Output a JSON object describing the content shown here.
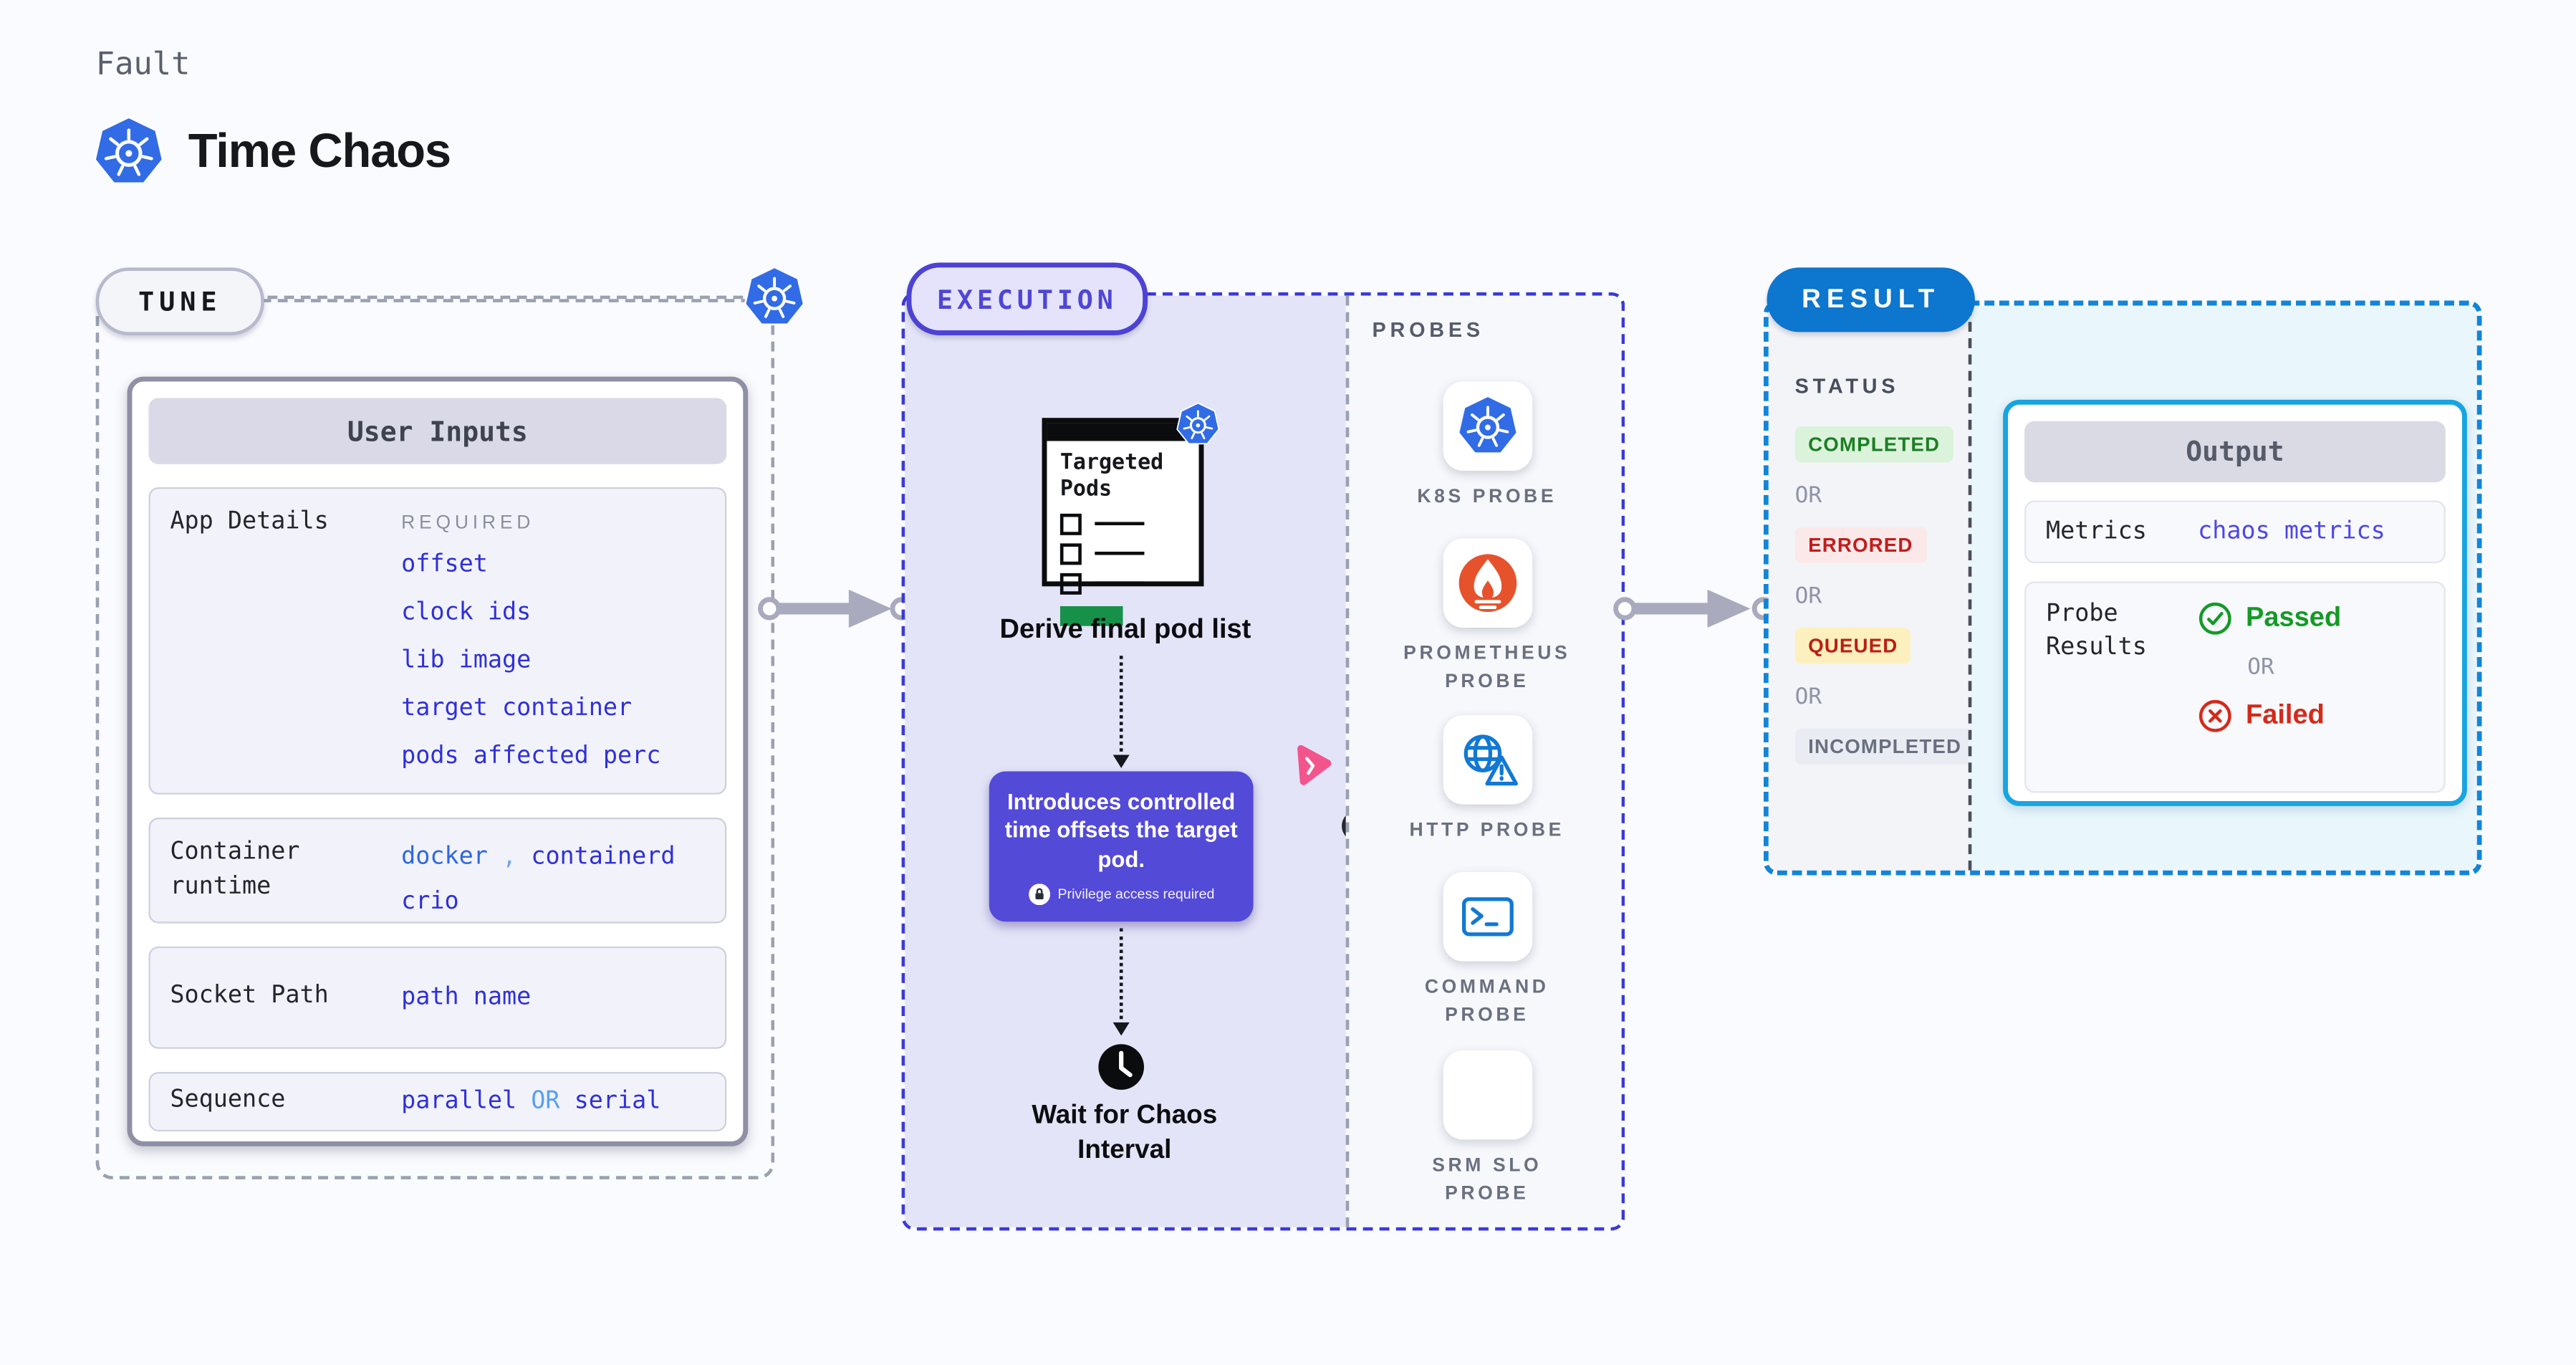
{
  "header": {
    "eyebrow": "Fault",
    "title": "Time Chaos"
  },
  "tune": {
    "badge": "TUNE",
    "card_header": "User Inputs",
    "app_details": {
      "label": "App Details",
      "tag": "REQUIRED",
      "links": [
        "offset",
        "clock ids",
        "lib image",
        "target container",
        "pods affected perc"
      ]
    },
    "container_runtime": {
      "label": "Container runtime",
      "part1": "docker",
      "comma": ",",
      "part2": "containerd",
      "part3": "crio"
    },
    "socket_path": {
      "label": "Socket Path",
      "value": "path name"
    },
    "sequence": {
      "label": "Sequence",
      "value_a": "parallel",
      "value_or": "OR",
      "value_b": "serial"
    }
  },
  "execution": {
    "badge": "EXECUTION",
    "pod_card_title": "Targeted Pods",
    "derive_label": "Derive final pod list",
    "tooltip_text": "Introduces controlled time offsets the target pod.",
    "tooltip_note": "Privilege access required",
    "wait_label": "Wait for Chaos Interval"
  },
  "probes": {
    "title": "PROBES",
    "items": [
      {
        "name": "K8S PROBE",
        "icon": "kubernetes-icon"
      },
      {
        "name": "PROMETHEUS PROBE",
        "icon": "prometheus-icon"
      },
      {
        "name": "HTTP PROBE",
        "icon": "http-globe-warning-icon"
      },
      {
        "name": "COMMAND PROBE",
        "icon": "terminal-icon"
      },
      {
        "name": "SRM SLO PROBE",
        "icon": "slo-pie-check-icon"
      }
    ]
  },
  "result": {
    "badge": "RESULT",
    "status_title": "STATUS",
    "or_label": "OR",
    "statuses": [
      {
        "label": "COMPLETED",
        "type": "success"
      },
      {
        "label": "ERRORED",
        "type": "error"
      },
      {
        "label": "QUEUED",
        "type": "warning"
      },
      {
        "label": "INCOMPLETED",
        "type": "muted"
      }
    ],
    "output": {
      "header": "Output",
      "metrics_label": "Metrics",
      "metrics_value": "chaos metrics",
      "probe_results_label": "Probe Results",
      "passed_label": "Passed",
      "or_label": "OR",
      "failed_label": "Failed"
    }
  },
  "colors": {
    "kubernetes_blue": "#316CE6",
    "execution_accent": "#4D42D4",
    "execution_fill": "#E4E4F8",
    "result_accent": "#0D76CE",
    "result_border": "#1285D8",
    "output_border": "#17A5DF",
    "link_indigo": "#3030D8",
    "link_blue": "#2E68E0",
    "or_blue": "#58A0F0",
    "success_green": "#149A27",
    "error_red": "#D42A1A",
    "queued_bg": "#FDF0BF",
    "tooltip_purple": "#544AD8",
    "prometheus_orange": "#E6522C",
    "pink_badge": "#F2558C",
    "pods_green": "#17914A"
  }
}
